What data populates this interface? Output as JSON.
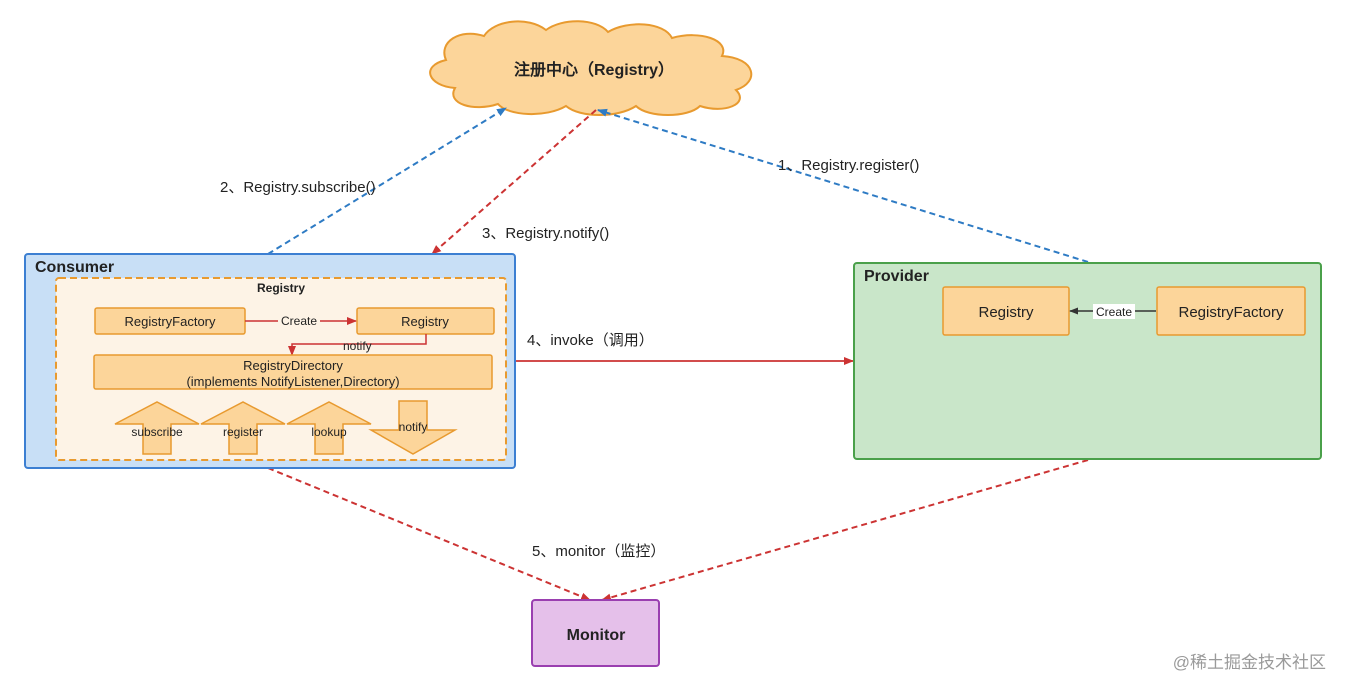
{
  "registry_center": {
    "label": "注册中心（Registry）"
  },
  "edges": {
    "register": "1、Registry.register()",
    "subscribe": "2、Registry.subscribe()",
    "notify": "3、Registry.notify()",
    "invoke": "4、invoke（调用）",
    "monitor": "5、monitor（监控）"
  },
  "consumer": {
    "title": "Consumer",
    "registry_group_title": "Registry",
    "registry_factory": "RegistryFactory",
    "create_label": "Create",
    "registry": "Registry",
    "notify_label": "notify",
    "directory_line1": "RegistryDirectory",
    "directory_line2": "(implements NotifyListener,Directory)",
    "arrows": [
      "subscribe",
      "register",
      "lookup",
      "notify"
    ]
  },
  "provider": {
    "title": "Provider",
    "registry": "Registry",
    "create_label": "Create",
    "registry_factory": "RegistryFactory"
  },
  "monitor": {
    "label": "Monitor"
  },
  "watermark": "@稀土掘金技术社区",
  "colors": {
    "blue_dash": "#2e7bc4",
    "red_dash": "#cc3333",
    "orange_stroke": "#e89a2f",
    "orange_fill": "#fcd59a",
    "consumer_fill": "#c8dff6",
    "consumer_stroke": "#3c7fd2",
    "provider_fill": "#c9e6c9",
    "provider_stroke": "#4aa04a",
    "monitor_fill": "#e5c0ea",
    "monitor_stroke": "#9a3fb0"
  }
}
